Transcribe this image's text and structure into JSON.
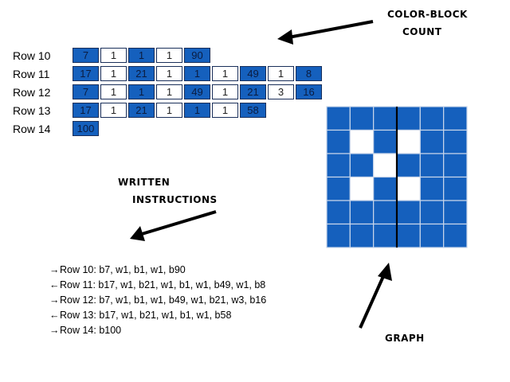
{
  "labels": {
    "color_block_count": [
      "COLOR-BLOCK",
      "COUNT"
    ],
    "written_instructions": [
      "WRITTEN",
      "INSTRUCTIONS"
    ],
    "graph": "GRAPH"
  },
  "colors": {
    "blue": "#1560bd",
    "white": "#ffffff",
    "outline": "#1a2f5a"
  },
  "rows": [
    {
      "label": "Row 10",
      "blocks": [
        {
          "c": "b",
          "n": "7"
        },
        {
          "c": "w",
          "n": "1"
        },
        {
          "c": "b",
          "n": "1"
        },
        {
          "c": "w",
          "n": "1"
        },
        {
          "c": "b",
          "n": "90"
        }
      ]
    },
    {
      "label": "Row 11",
      "blocks": [
        {
          "c": "b",
          "n": "17"
        },
        {
          "c": "w",
          "n": "1"
        },
        {
          "c": "b",
          "n": "21"
        },
        {
          "c": "w",
          "n": "1"
        },
        {
          "c": "b",
          "n": "1"
        },
        {
          "c": "w",
          "n": "1"
        },
        {
          "c": "b",
          "n": "49"
        },
        {
          "c": "w",
          "n": "1"
        },
        {
          "c": "b",
          "n": "8"
        }
      ]
    },
    {
      "label": "Row 12",
      "blocks": [
        {
          "c": "b",
          "n": "7"
        },
        {
          "c": "w",
          "n": "1"
        },
        {
          "c": "b",
          "n": "1"
        },
        {
          "c": "w",
          "n": "1"
        },
        {
          "c": "b",
          "n": "49"
        },
        {
          "c": "w",
          "n": "1"
        },
        {
          "c": "b",
          "n": "21"
        },
        {
          "c": "w",
          "n": "3"
        },
        {
          "c": "b",
          "n": "16"
        }
      ]
    },
    {
      "label": "Row 13",
      "blocks": [
        {
          "c": "b",
          "n": "17"
        },
        {
          "c": "w",
          "n": "1"
        },
        {
          "c": "b",
          "n": "21"
        },
        {
          "c": "w",
          "n": "1"
        },
        {
          "c": "b",
          "n": "1"
        },
        {
          "c": "w",
          "n": "1"
        },
        {
          "c": "b",
          "n": "58"
        }
      ]
    },
    {
      "label": "Row 14",
      "blocks": [
        {
          "c": "b",
          "n": "100"
        }
      ]
    }
  ],
  "instructions": [
    {
      "arrow": "→",
      "text": "Row 10: b7, w1, b1, w1, b90"
    },
    {
      "arrow": "←",
      "text": "Row 11: b17, w1, b21, w1, b1, w1, b49, w1, b8"
    },
    {
      "arrow": "→",
      "text": "Row 12: b7, w1, b1, w1, b49, w1, b21, w3, b16"
    },
    {
      "arrow": "←",
      "text": "Row 13: b17, w1, b21, w1, b1, w1, b58"
    },
    {
      "arrow": "→",
      "text": "Row 14: b100"
    }
  ],
  "graph": {
    "columns": 6,
    "rows": 6,
    "white_cells": [
      [
        1,
        1
      ],
      [
        1,
        3
      ],
      [
        2,
        2
      ],
      [
        3,
        1
      ],
      [
        3,
        3
      ]
    ]
  }
}
